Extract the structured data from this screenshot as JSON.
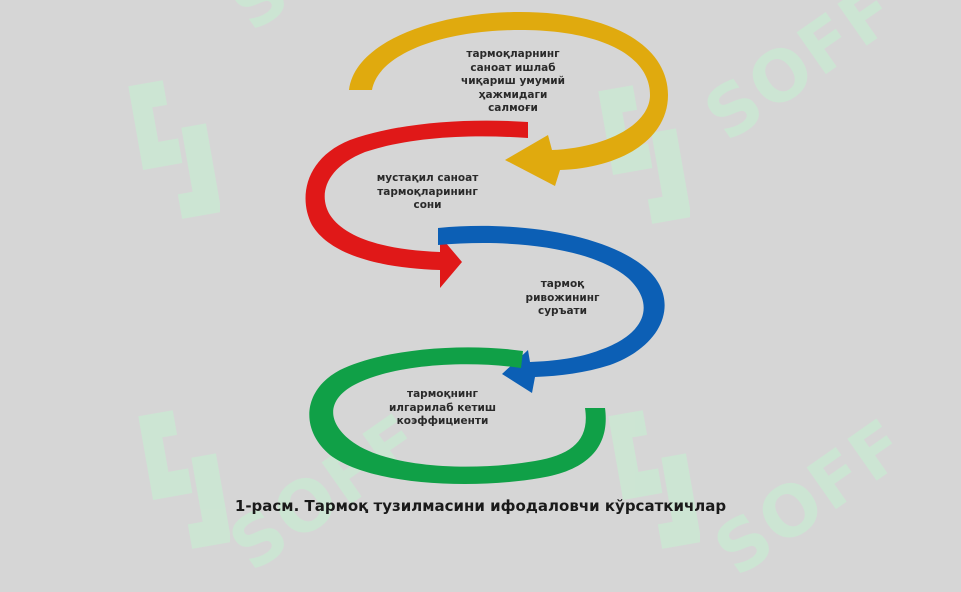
{
  "watermark": {
    "text": "SOFF",
    "color": "#c9ead2"
  },
  "diagram": {
    "items": [
      {
        "label": "тармоқларнинг\nсаноат ишлаб\nчиқариш умумий\nҳажмидаги\nсалмоғи",
        "color": "#e0aa0e",
        "shape": "arc-arrow-right"
      },
      {
        "label": "мустақил саноат\nтармоқларининг\nсони",
        "color": "#e01818",
        "shape": "arc-arrow-left"
      },
      {
        "label": "тармоқ\nривожининг\nсуръати",
        "color": "#0c5fb5",
        "shape": "arc-arrow-right"
      },
      {
        "label": "тармоқнинг\nилгарилаб кетиш\nкоэффициенти",
        "color": "#10a047",
        "shape": "arc-left"
      }
    ]
  },
  "caption": "1-расм. Тармоқ тузилмасини ифодаловчи кўрсаткичлар"
}
